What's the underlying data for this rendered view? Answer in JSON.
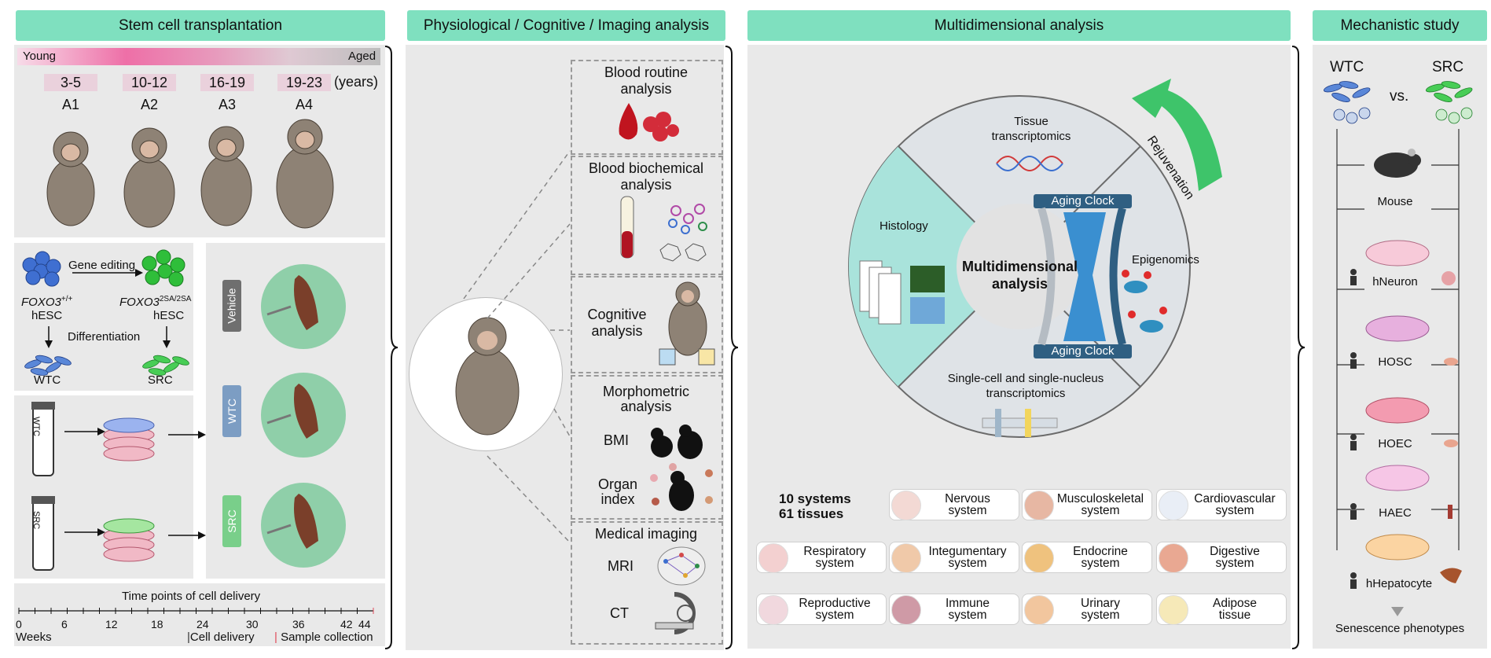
{
  "colors": {
    "header": "#7fe0bf",
    "panel": "#e9e9e9",
    "pink": "#ead1dc",
    "vehicle": "#6f6f6f",
    "wtc": "#7c9dc3",
    "src": "#79cf8a",
    "hourglass": "#3a8fd0",
    "clock": "#2f5f82",
    "teal": "#a9e3db",
    "arrow": "#3ec46a"
  },
  "headers": {
    "h1": "Stem cell transplantation",
    "h2": "Physiological  / Cognitive / Imaging analysis",
    "h3": "Multidimensional analysis",
    "h4": "Mechanistic study"
  },
  "stem": {
    "young": "Young",
    "aged": "Aged",
    "ages": [
      {
        "range": "3-5",
        "group": "A1"
      },
      {
        "range": "10-12",
        "group": "A2"
      },
      {
        "range": "16-19",
        "group": "A3"
      },
      {
        "range": "19-23",
        "group": "A4"
      }
    ],
    "years": "(years)",
    "gene_editing": "Gene editing",
    "foxo_wt": "FOXO3",
    "foxo_wt_sup": "+/+",
    "foxo_mut": "FOXO3",
    "foxo_mut_sup": "2SA/2SA",
    "hesc1": "hESC",
    "hesc2": "hESC",
    "differentiation": "Differentiation",
    "wtc": "WTC",
    "src": "SRC",
    "tube_wtc": "WTC",
    "tube_src": "SRC",
    "groups": [
      "Vehicle",
      "WTC",
      "SRC"
    ],
    "timeline_title": "Time points of cell delivery",
    "ticks": [
      "0",
      "6",
      "12",
      "18",
      "24",
      "30",
      "36",
      "42",
      "44"
    ],
    "weeks": "Weeks",
    "cell_delivery": "Cell delivery",
    "sample_collection": "Sample collection"
  },
  "physio": {
    "blood_routine": "Blood routine\nanalysis",
    "blood_biochem": "Blood biochemical\nanalysis",
    "cognitive": "Cognitive\nanalysis",
    "morpho": "Morphometric\nanalysis",
    "bmi": "BMI",
    "organ": "Organ\nindex",
    "imaging": "Medical imaging",
    "mri": "MRI",
    "ct": "CT"
  },
  "multi": {
    "rejuvenation": "Rejuvenation",
    "tissue_tx": "Tissue\ntranscriptomics",
    "histology": "Histology",
    "center": "Multidimensional\nanalysis",
    "aging_clock_top": "Aging Clock",
    "aging_clock_bottom": "Aging Clock",
    "epigenomics": "Epigenomics",
    "single_cell": "Single-cell and single-nucleus\ntranscriptomics",
    "systems_count": "10 systems",
    "tissues_count": "61 tissues",
    "systems": [
      "Nervous\nsystem",
      "Musculoskeletal\nsystem",
      "Cardiovascular\nsystem",
      "Respiratory\nsystem",
      "Integumentary\nsystem",
      "Endocrine\nsystem",
      "Digestive\nsystem",
      "Reproductive\nsystem",
      "Immune\nsystem",
      "Urinary\nsystem",
      "Adipose\ntissue"
    ]
  },
  "mech": {
    "wtc": "WTC",
    "vs": "vs.",
    "src": "SRC",
    "models": [
      "Mouse",
      "hNeuron",
      "HOSC",
      "HOEC",
      "HAEC",
      "hHepatocyte"
    ],
    "senescence": "Senescence phenotypes"
  }
}
